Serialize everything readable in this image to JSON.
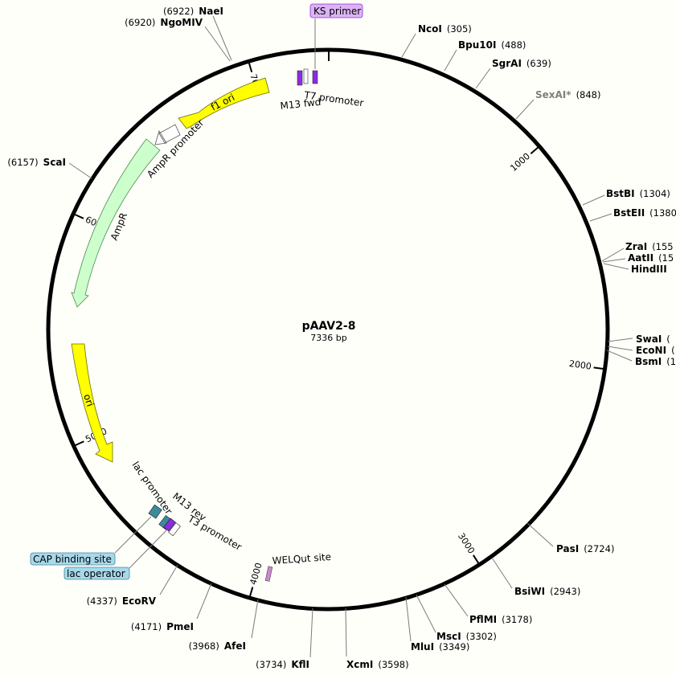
{
  "plasmid": {
    "name": "pAAV2-8",
    "length_label": "7336 bp",
    "length": 7336
  },
  "ticks": [
    {
      "bp": 1000,
      "label": "1000"
    },
    {
      "bp": 2000,
      "label": "2000"
    },
    {
      "bp": 3000,
      "label": "3000"
    },
    {
      "bp": 4000,
      "label": "4000"
    },
    {
      "bp": 5000,
      "label": "5000"
    },
    {
      "bp": 6000,
      "label": "6000"
    },
    {
      "bp": 7000,
      "label": "7000"
    }
  ],
  "sites_right": [
    {
      "name": "NcoI",
      "pos": "(305)"
    },
    {
      "name": "Bpu10I",
      "pos": "(488)"
    },
    {
      "name": "SgrAI",
      "pos": "(639)"
    },
    {
      "name": "SexAI*",
      "pos": "(848)"
    },
    {
      "name": "BstBI",
      "pos": "(1304)"
    },
    {
      "name": "BstEII",
      "pos": "(1380)"
    },
    {
      "name": "ZraI",
      "pos": "(155"
    },
    {
      "name": "AatII",
      "pos": "(15"
    },
    {
      "name": "HindIII",
      "pos": ""
    },
    {
      "name": "SwaI",
      "pos": "("
    },
    {
      "name": "EcoNI",
      "pos": "("
    },
    {
      "name": "BsmI",
      "pos": "(1"
    },
    {
      "name": "PasI",
      "pos": "(2724)"
    },
    {
      "name": "BsiWI",
      "pos": "(2943)"
    },
    {
      "name": "PflMI",
      "pos": "(3178)"
    },
    {
      "name": "MscI",
      "pos": "(3302)"
    },
    {
      "name": "MluI",
      "pos": "(3349)"
    },
    {
      "name": "XcmI",
      "pos": "(3598)"
    }
  ],
  "sites_left": [
    {
      "name": "NaeI",
      "pos": "(6922)"
    },
    {
      "name": "NgoMIV",
      "pos": "(6920)"
    },
    {
      "name": "ScaI",
      "pos": "(6157)"
    },
    {
      "name": "EcoRV",
      "pos": "(4337)"
    },
    {
      "name": "PmeI",
      "pos": "(4171)"
    },
    {
      "name": "AfeI",
      "pos": "(3968)"
    },
    {
      "name": "KflI",
      "pos": "(3734)"
    }
  ],
  "features": {
    "ks_primer": "KS primer",
    "t7_promoter": "T7 promoter",
    "m13_fwd": "M13 fwd",
    "f1_ori": "f1 ori",
    "ampr_promoter": "AmpR promoter",
    "ampr": "AmpR",
    "ori": "ori",
    "lac_promoter": "lac promoter",
    "m13_rev": "M13 rev",
    "t3_promoter": "T3 promoter",
    "cap_binding_site": "CAP binding site",
    "lac_operator": "lac operator",
    "welqut_site": "WELQut site"
  },
  "colors": {
    "f1_ori": "#ffff00",
    "ori": "#ffff00",
    "ampr": "#ccffcc",
    "primer_box": "#dcb4f5",
    "primer_bind": "#8a2be2",
    "cap_box": "#a8d8ea",
    "operator": "#3c8a9a",
    "welqut": "#cc88cc"
  }
}
